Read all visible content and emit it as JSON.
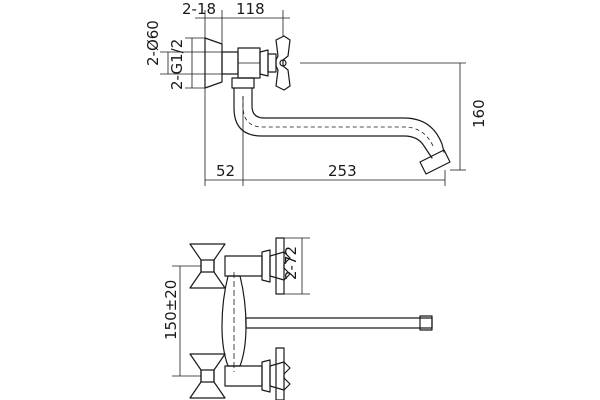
{
  "top_view": {
    "dim_wall_thickness": "2-18",
    "dim_valve_offset": "118",
    "dim_flange_diameter": "2-Ø60",
    "dim_thread": "2-G1/2",
    "dim_spout_height": "160",
    "dim_body_offset": "52",
    "dim_spout_reach": "253"
  },
  "front_view": {
    "dim_handle_span": "2-72",
    "dim_center_distance": "150±20"
  }
}
